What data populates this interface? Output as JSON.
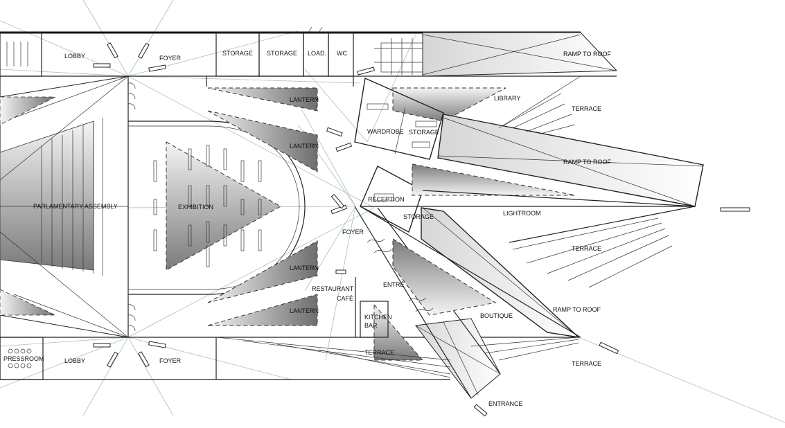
{
  "labels": {
    "lobby_top": "LOBBY",
    "foyer_top": "FOYER",
    "storage_1": "STORAGE",
    "storage_2": "STORAGE",
    "load": "LOAD.",
    "wc": "WC",
    "ramp_top": "RAMP TO ROOF",
    "lantern_1": "LANTERN",
    "lantern_2": "LANTERN",
    "lantern_3": "LANTERN",
    "lantern_4": "LANTERN",
    "library": "LIBRARY",
    "terrace_1": "TERRACE",
    "wardrobe": "WARDROBE",
    "storage_3": "STORAGE",
    "ramp_mid": "RAMP TO ROOF",
    "parliament": "PARLAMENTARY ASSEMBLY",
    "exhibition": "EXHIBITION",
    "reception": "RECEPTION",
    "storage_4": "STORAGE",
    "lightroom": "LIGHTROOM",
    "foyer_mid": "FOYER",
    "terrace_2": "TERRACE",
    "restaurant": "RESTAURANT",
    "cafe": "CAFÉ",
    "entre": "ENTRÉ",
    "kitchen": "KITCHEN",
    "bar": "BAR",
    "boutique": "BOUTIQUE",
    "ramp_low": "RAMP TO ROOF",
    "pressroom": "PRESSROOM",
    "lobby_bottom": "LOBBY",
    "foyer_bottom": "FOYER",
    "terrace_3": "TERRACE",
    "terrace_4": "TERRACE",
    "entrance": "ENTRANCE"
  },
  "colors": {
    "line": "#222222",
    "ray": "#a8bfc0",
    "shade_dark": "#7d7d7d",
    "shade_light": "#f2f2f2"
  }
}
